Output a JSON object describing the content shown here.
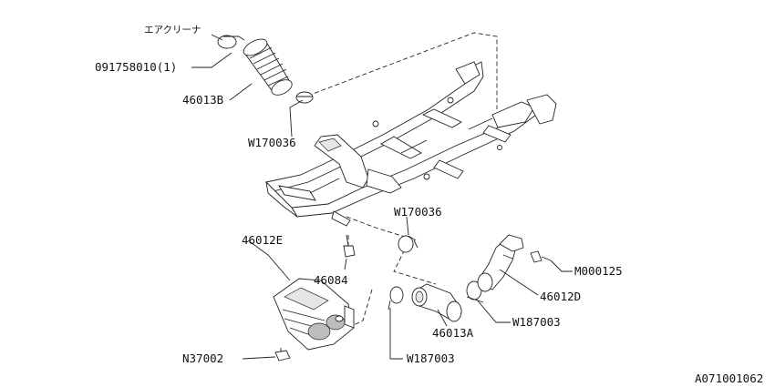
{
  "diagram": {
    "labels": {
      "air_cleaner": "エアクリーナ",
      "p091758010": "091758010(1)",
      "p46013B": "46013B",
      "pW170036_top": "W170036",
      "pW170036_mid": "W170036",
      "p46012E": "46012E",
      "p46084": "46084",
      "pM000125": "M000125",
      "p46012D": "46012D",
      "pW187003_right": "W187003",
      "p46013A": "46013A",
      "pN37002": "N37002",
      "pW187003_bottom": "W187003",
      "diagram_code": "A071001062"
    }
  }
}
